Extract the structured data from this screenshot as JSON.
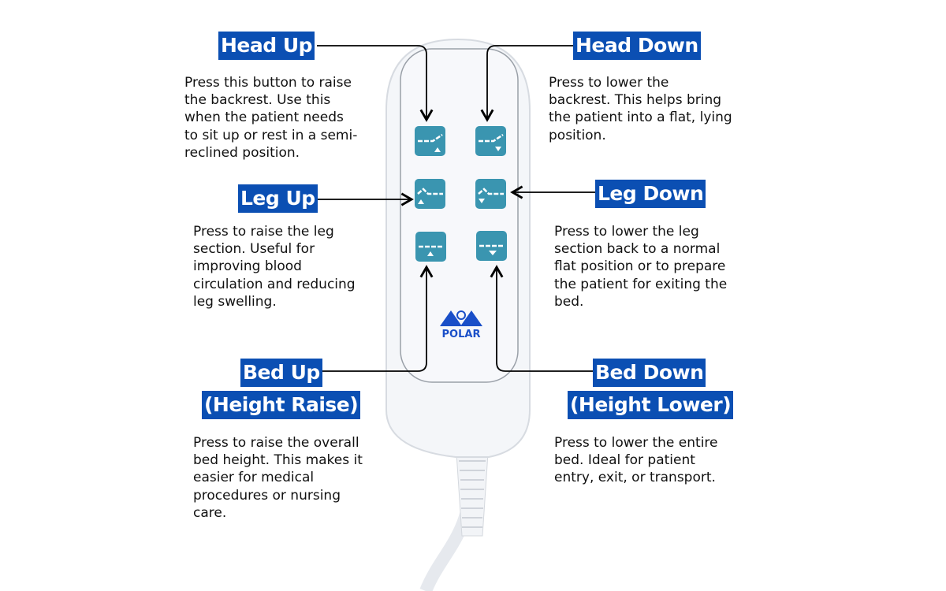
{
  "colors": {
    "label_bg": "#0b4fb3",
    "button": "#3a95b0",
    "logo": "#1a4fc8"
  },
  "remote": {
    "brand": "POLAR"
  },
  "callouts": {
    "head_up": {
      "title": "Head Up",
      "desc": "Press this button to raise\nthe backrest. Use this\nwhen the patient needs\nto sit up or rest in a semi-\nreclined position."
    },
    "head_down": {
      "title": "Head Down",
      "desc": "Press to lower the\nbackrest. This helps bring\nthe patient into a flat, lying\nposition."
    },
    "leg_up": {
      "title": "Leg Up",
      "desc": "Press to raise the leg\nsection. Useful for\nimproving blood\ncirculation and reducing\nleg swelling."
    },
    "leg_down": {
      "title": "Leg Down",
      "desc": "Press to lower the leg\nsection back to a normal\nflat position or to prepare\nthe patient for exiting the\nbed."
    },
    "bed_up": {
      "title": "Bed Up",
      "subtitle": "(Height Raise)",
      "desc": "Press to raise the overall\nbed height. This makes it\neasier for medical\nprocedures or nursing\ncare."
    },
    "bed_down": {
      "title": "Bed Down",
      "subtitle": "(Height Lower)",
      "desc": "Press to lower the entire\nbed. Ideal for patient\nentry, exit, or transport."
    }
  }
}
